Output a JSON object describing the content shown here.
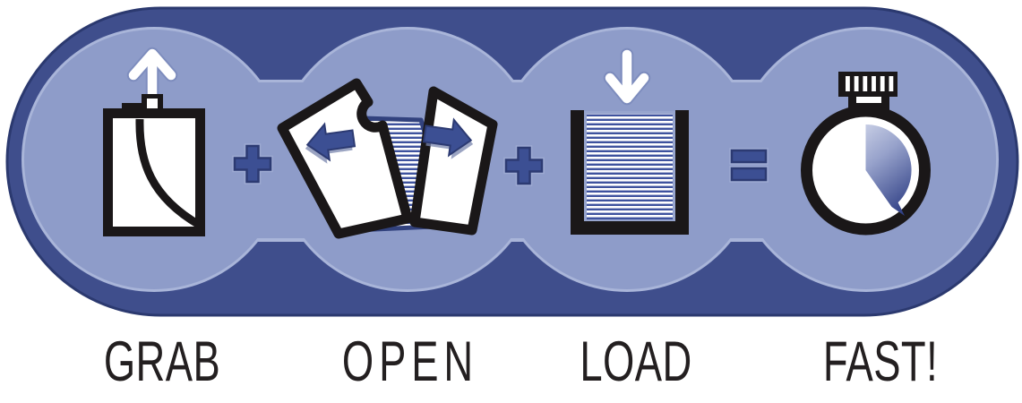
{
  "steps": [
    {
      "label": "GRAB",
      "icon": "pull-pack-icon",
      "arrow": "up"
    },
    {
      "label": "OPEN",
      "icon": "open-folders-icon",
      "arrow": "left-right"
    },
    {
      "label": "LOAD",
      "icon": "paper-stack-icon",
      "arrow": "down"
    },
    {
      "label": "FAST!",
      "icon": "stopwatch-icon",
      "arrow": "none"
    }
  ],
  "operators": {
    "first": "+",
    "second": "+",
    "third": "="
  },
  "colors": {
    "pill_navy": "#3f4e8c",
    "pill_outline": "#2b396f",
    "bubble_light_blue": "#8e9cc9",
    "bubble_rim": "#a9b5d9",
    "symbol_navy": "#3c4f93",
    "stripe_blue": "#3e529e",
    "icon_black": "#1a1718",
    "label_text": "#231f20",
    "white": "#ffffff"
  }
}
